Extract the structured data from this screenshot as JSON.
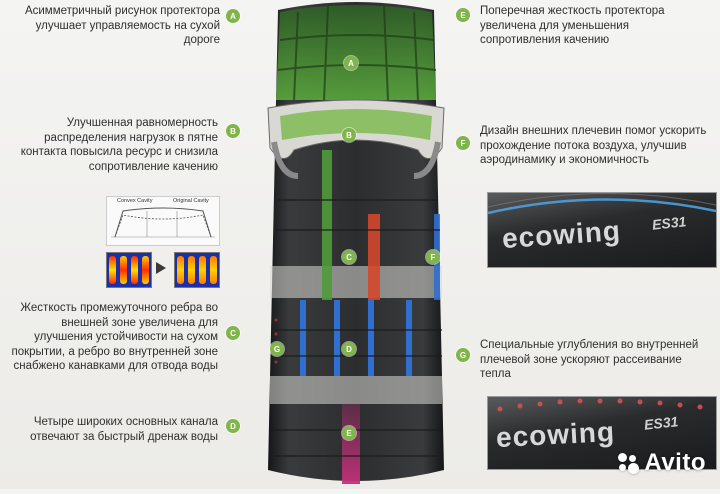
{
  "colors": {
    "badge": "#7fb54a",
    "tread_green": "#4f9a3a",
    "groove_red": "#d4472b",
    "groove_blue": "#2f6fd0",
    "groove_pink": "#c4307a",
    "tread_dark": "#2e2f31"
  },
  "labels": {
    "a": {
      "letter": "A",
      "text": "Асимметричный рисунок протектора улучшает управляемость на сухой дороге"
    },
    "b": {
      "letter": "B",
      "text": "Улучшенная равномерность распределения нагрузок в пятне контакта повысила ресурс и снизила сопротивление качению"
    },
    "c": {
      "letter": "C",
      "text": "Жесткость промежуточного ребра во внешней зоне увеличена для улучшения устойчивости на сухом покрытии, а ребро во внутренней зоне снабжено канавками для отвода воды"
    },
    "d": {
      "letter": "D",
      "text": "Четыре широких основных канала отвечают за быстрый дренаж воды"
    },
    "e": {
      "letter": "E",
      "text": "Поперечная жесткость протектора увеличена для уменьшения сопротивления качению"
    },
    "f": {
      "letter": "F",
      "text": "Дизайн внешних плечевин помог ускорить прохождение потока воздуха, улучшив аэродинамику и экономичность"
    },
    "g": {
      "letter": "G",
      "text": "Специальные углубления во внутренней плечевой зоне ускоряют рассеивание тепла"
    }
  },
  "tire_badges": [
    "A",
    "B",
    "C",
    "D",
    "E",
    "F",
    "G"
  ],
  "diagram": {
    "convex": "Convex Cavity",
    "original": "Original Cavity"
  },
  "photos": {
    "brand": "ecowing",
    "model": "ES31"
  },
  "watermark": "Avito"
}
